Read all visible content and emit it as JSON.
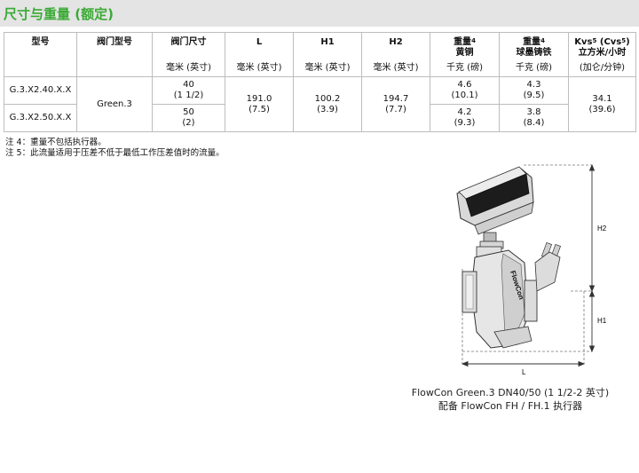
{
  "section_title": "尺寸与重量 (额定)",
  "table": {
    "headers": {
      "model": "型号",
      "valve_model": "阀门型号",
      "valve_size": "阀门尺寸",
      "L": "L",
      "H1": "H1",
      "H2": "H2",
      "weight_brass": "重量",
      "weight_brass_sup": "4",
      "weight_brass_line2": "黄铜",
      "weight_iron": "重量",
      "weight_iron_sup": "4",
      "weight_iron_line2": "球墨铸铁",
      "kvs_a": "Kvs",
      "kvs_sup1": "5",
      "kvs_b": " (Cvs",
      "kvs_sup2": "5",
      "kvs_c": ")",
      "kvs_line2": "立方米/小时"
    },
    "units": {
      "valve_size": "毫米 (英寸)",
      "L": "毫米 (英寸)",
      "H1": "毫米 (英寸)",
      "H2": "毫米 (英寸)",
      "weight_brass": "千克 (磅)",
      "weight_iron": "千克 (磅)",
      "kvs": "(加仑/分钟)"
    },
    "rows": [
      {
        "model": "G.3.X2.40.X.X",
        "valve_size_a": "40",
        "valve_size_b": "(1 1/2)",
        "weight_brass_a": "4.6",
        "weight_brass_b": "(10.1)",
        "weight_iron_a": "4.3",
        "weight_iron_b": "(9.5)"
      },
      {
        "model": "G.3.X2.50.X.X",
        "valve_size_a": "50",
        "valve_size_b": "(2)",
        "weight_brass_a": "4.2",
        "weight_brass_b": "(9.3)",
        "weight_iron_a": "3.8",
        "weight_iron_b": "(8.4)"
      }
    ],
    "shared": {
      "valve_model": "Green.3",
      "L_a": "191.0",
      "L_b": "(7.5)",
      "H1_a": "100.2",
      "H1_b": "(3.9)",
      "H2_a": "194.7",
      "H2_b": "(7.7)",
      "kvs_a": "34.1",
      "kvs_b": "(39.6)"
    }
  },
  "notes": [
    "注 4：重量不包括执行器。",
    "注 5：此流量适用于压差不低于最低工作压差值时的流量。"
  ],
  "figure": {
    "label_H2": "H2",
    "label_H1": "H1",
    "label_L": "L",
    "brand_text": "FlowCon"
  },
  "caption": {
    "line1": "FlowCon Green.3 DN40/50 (1 1/2-2 英寸)",
    "line2": "配备 FlowCon FH / FH.1 执行器"
  },
  "colors": {
    "title_green": "#3aaa35",
    "title_bar_bg": "#e4e4e4",
    "table_border": "#bdbdbd"
  }
}
